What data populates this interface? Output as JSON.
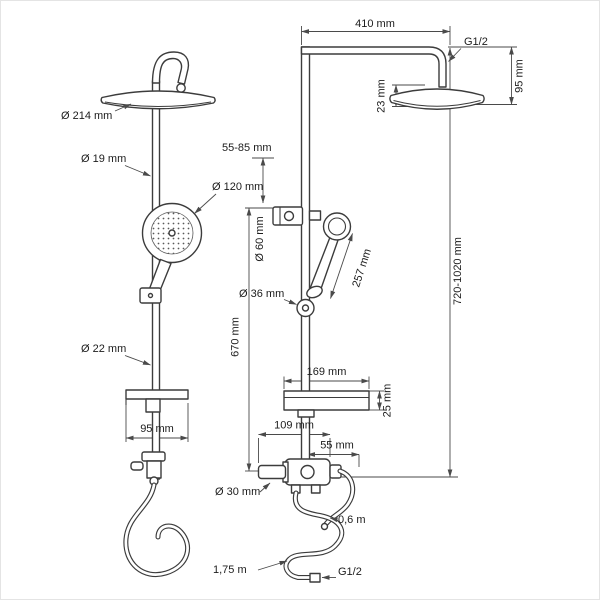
{
  "drawing": {
    "colors": {
      "line": "#3c3c3c",
      "dimension": "#4a4a4a",
      "text": "#1c1c1c",
      "background": "#ffffff"
    },
    "labels": {
      "top_arm_width": "410 mm",
      "top_thread": "G1/2",
      "head_offset_height": "95 mm",
      "head_thickness": "23 mm",
      "overhead_diameter": "Ø 214 mm",
      "upper_pipe_diameter": "Ø 19 mm",
      "hand_shower_diameter": "Ø 120 mm",
      "wall_bracket_range": "55-85 mm",
      "wall_bracket_diameter": "Ø 60 mm",
      "hand_shower_length": "257 mm",
      "slider_diameter": "Ø 36 mm",
      "column_height_range": "720-1020 mm",
      "lower_column_height": "670 mm",
      "lower_pipe_diameter": "Ø 22 mm",
      "shelf_depth": "95 mm",
      "shelf_width": "169 mm",
      "shelf_thickness": "25 mm",
      "valve_width": "109 mm",
      "valve_right_offset": "55 mm",
      "handle_diameter": "Ø 30 mm",
      "short_hose_length": "0,6 m",
      "long_hose_length": "1,75 m",
      "bottom_thread": "G1/2"
    }
  }
}
